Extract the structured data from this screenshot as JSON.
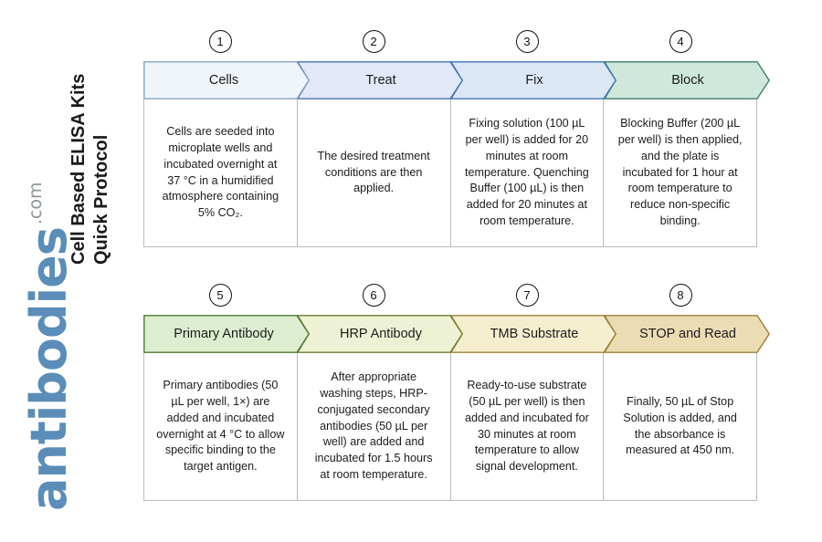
{
  "document": {
    "title_line_1": "Cell Based ELISA Kits",
    "title_line_2": "Quick Protocol"
  },
  "logo": {
    "word": "antibodies",
    "suffix": ".com",
    "word_color": "#5b8db8",
    "suffix_color": "#8e9699"
  },
  "rows": [
    {
      "row_id": "row-1",
      "steps": [
        {
          "number": "1",
          "label": "Cells",
          "description": "Cells are seeded into microplate wells and incubated overnight at 37 °C in a humidified atmosphere containing 5% CO₂.",
          "fill": "#f0f5fa",
          "stroke": "#8aa5bf"
        },
        {
          "number": "2",
          "label": "Treat",
          "description": "The desired treatment conditions are then applied.",
          "fill": "#e2e8f8",
          "stroke": "#4a73ad"
        },
        {
          "number": "3",
          "label": "Fix",
          "description": "Fixing solution (100 µL per well) is added for 20 minutes at room temperature. Quenching Buffer (100 µL) is then added for 20 minutes at room temperature.",
          "fill": "#dce7f5",
          "stroke": "#3f74b5"
        },
        {
          "number": "4",
          "label": "Block",
          "description": "Blocking Buffer (200 µL per well) is then applied, and the plate is incubated for 1 hour at room temperature to reduce non-specific binding.",
          "fill": "#cfe8db",
          "stroke": "#3f7d63"
        }
      ]
    },
    {
      "row_id": "row-2",
      "steps": [
        {
          "number": "5",
          "label": "Primary Antibody",
          "description": "Primary antibodies (50 µL per well, 1×) are added and incubated overnight at 4 °C to allow specific binding to the target antigen.",
          "fill": "#ddeed0",
          "stroke": "#4c7a33"
        },
        {
          "number": "6",
          "label": "HRP Antibody",
          "description": "After appropriate washing steps, HRP-conjugated secondary antibodies (50 µL per well) are added and incubated for 1.5 hours at room temperature.",
          "fill": "#eef2d5",
          "stroke": "#6f7a2e"
        },
        {
          "number": "7",
          "label": "TMB Substrate",
          "description": "Ready-to-use substrate (50 µL per well) is then added and incubated for 30 minutes at room temperature to allow signal development.",
          "fill": "#f5eece",
          "stroke": "#9a8338"
        },
        {
          "number": "8",
          "label": "STOP and Read",
          "description": "Finally, 50 µL of Stop Solution is added, and the absorbance is measured at 450 nm.",
          "fill": "#ecdcb4",
          "stroke": "#9a7f34"
        }
      ]
    }
  ]
}
